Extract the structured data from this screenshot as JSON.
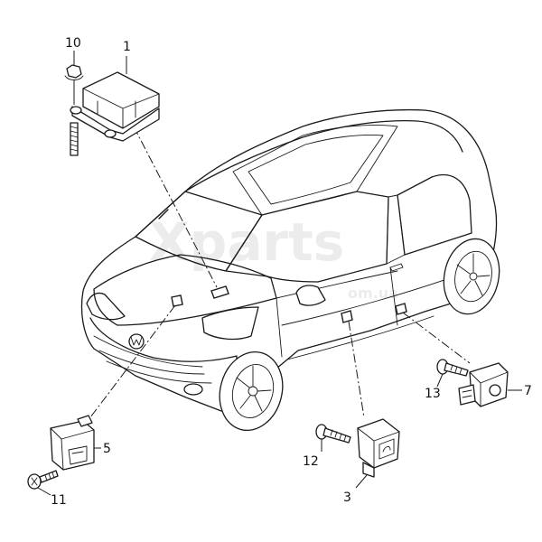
{
  "watermark": {
    "brand": "Xparts",
    "domain": "om.ua"
  },
  "callouts": [
    {
      "id": "1",
      "text": "1"
    },
    {
      "id": "10",
      "text": "10"
    },
    {
      "id": "5",
      "text": "5"
    },
    {
      "id": "11",
      "text": "11"
    },
    {
      "id": "12",
      "text": "12"
    },
    {
      "id": "3",
      "text": "3"
    },
    {
      "id": "13",
      "text": "13"
    },
    {
      "id": "7",
      "text": "7"
    }
  ],
  "colors": {
    "line": "#1a1a1a",
    "background": "#ffffff",
    "watermark": "#ececec"
  }
}
